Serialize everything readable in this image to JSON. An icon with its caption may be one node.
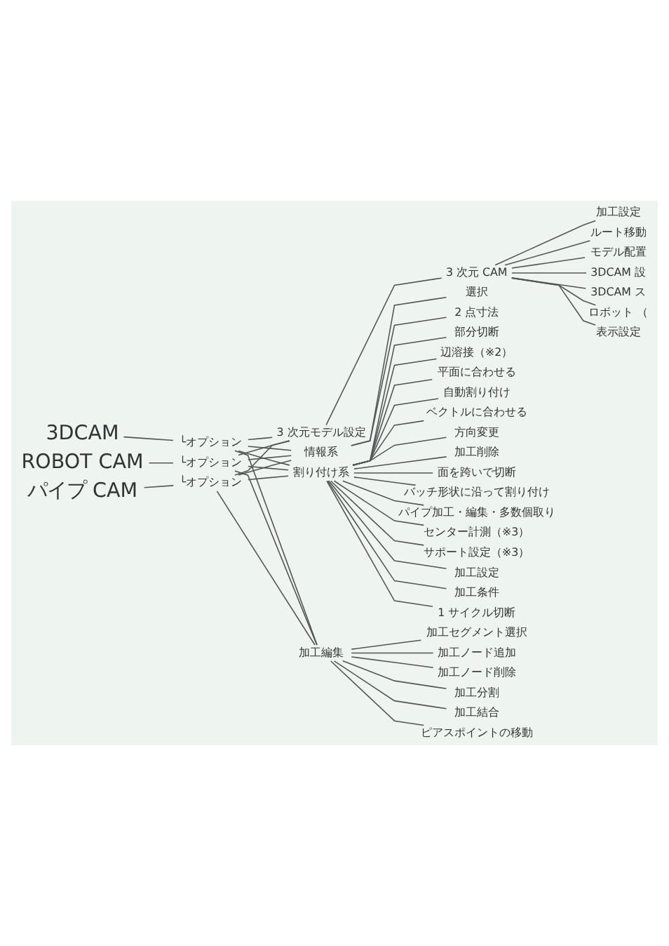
{
  "diagram": {
    "nodes": [
      {
        "text": [
          "3DCAM"
        ]
      },
      {
        "text": [
          "└オプション"
        ]
      },
      {
        "text": [
          "ROBOT CAM"
        ]
      },
      {
        "text": [
          "└オプション"
        ]
      },
      {
        "text": [
          "パイプ CAM"
        ]
      },
      {
        "text": [
          "└オプション"
        ]
      },
      {
        "text": [
          "3 次元モデル設定"
        ]
      },
      {
        "text": [
          "3 次元 CAM"
        ]
      },
      {
        "text": [
          "加工設定"
        ]
      },
      {
        "text": [
          "ルート移動"
        ]
      },
      {
        "text": [
          "モデル配置"
        ]
      },
      {
        "text": [
          "3DCAM 設"
        ]
      },
      {
        "text": [
          "3DCAM ス"
        ]
      },
      {
        "text": [
          "ロボット （"
        ]
      },
      {
        "text": [
          "表示設定"
        ]
      },
      {
        "text": [
          "情報系"
        ]
      },
      {
        "text": [
          "選択"
        ]
      },
      {
        "text": [
          "2 点寸法"
        ]
      },
      {
        "text": [
          "割り付け系"
        ]
      },
      {
        "text": [
          "加工設定"
        ]
      },
      {
        "text": [
          "加工条件"
        ]
      },
      {
        "text": [
          "1 サイクル切断"
        ]
      },
      {
        "text": [
          "部分切断"
        ]
      },
      {
        "text": [
          "辺溶接（※2）"
        ]
      },
      {
        "text": [
          "平面に合わせる"
        ]
      },
      {
        "text": [
          "自動割り付け"
        ]
      },
      {
        "text": [
          "ベクトルに合わせる"
        ]
      },
      {
        "text": [
          "方向変更"
        ]
      },
      {
        "text": [
          "加工削除"
        ]
      },
      {
        "text": [
          "面を跨いで切断"
        ]
      },
      {
        "text": [
          "バッチ形状に沿って割り付け"
        ]
      },
      {
        "text": [
          "パイプ加工・編集・多数個取り"
        ]
      },
      {
        "text": [
          "センター計測（※3）"
        ]
      },
      {
        "text": [
          "サポート設定（※3）"
        ]
      },
      {
        "text": [
          "加工編集"
        ]
      },
      {
        "text": [
          "加工セグメント選択"
        ]
      },
      {
        "text": [
          "加工ノード追加"
        ]
      },
      {
        "text": [
          "加工ノード削除"
        ]
      },
      {
        "text": [
          "加工分割"
        ]
      },
      {
        "text": [
          "加工結合"
        ]
      },
      {
        "text": [
          "ピアスポイントの移動"
        ]
      }
    ],
    "edges": [
      {
        "from": 0,
        "to": 1,
        "arrow": "none"
      },
      {
        "from": 2,
        "to": 3,
        "arrow": "none"
      },
      {
        "from": 4,
        "to": 5,
        "arrow": "none"
      },
      {
        "from": 1,
        "to": 6,
        "arrow": "none"
      },
      {
        "from": 1,
        "to": 15,
        "arrow": "none"
      },
      {
        "from": 1,
        "to": 18,
        "arrow": "none"
      },
      {
        "from": 1,
        "to": 34,
        "arrow": "none"
      },
      {
        "from": 3,
        "to": 6,
        "arrow": "none"
      },
      {
        "from": 3,
        "to": 15,
        "arrow": "none"
      },
      {
        "from": 3,
        "to": 18,
        "arrow": "none"
      },
      {
        "from": 3,
        "to": 34,
        "arrow": "none"
      },
      {
        "from": 5,
        "to": 6,
        "arrow": "none"
      },
      {
        "from": 5,
        "to": 15,
        "arrow": "none"
      },
      {
        "from": 5,
        "to": 18,
        "arrow": "none"
      },
      {
        "from": 5,
        "to": 34,
        "arrow": "none"
      },
      {
        "from": 6,
        "to": 7,
        "arrow": "none"
      },
      {
        "from": 7,
        "to": 8,
        "arrow": "none"
      },
      {
        "from": 7,
        "to": 9,
        "arrow": "none"
      },
      {
        "from": 7,
        "to": 10,
        "arrow": "none"
      },
      {
        "from": 7,
        "to": 11,
        "arrow": "none"
      },
      {
        "from": 7,
        "to": 12,
        "arrow": "none"
      },
      {
        "from": 7,
        "to": 13,
        "arrow": "none"
      },
      {
        "from": 7,
        "to": 14,
        "arrow": "none"
      },
      {
        "from": 15,
        "to": 16,
        "arrow": "none"
      },
      {
        "from": 15,
        "to": 17,
        "arrow": "none"
      },
      {
        "from": 18,
        "to": 19,
        "arrow": "none"
      },
      {
        "from": 18,
        "to": 20,
        "arrow": "none"
      },
      {
        "from": 18,
        "to": 21,
        "arrow": "none"
      },
      {
        "from": 18,
        "to": 22,
        "arrow": "none"
      },
      {
        "from": 18,
        "to": 23,
        "arrow": "none"
      },
      {
        "from": 18,
        "to": 24,
        "arrow": "none"
      },
      {
        "from": 18,
        "to": 25,
        "arrow": "none"
      },
      {
        "from": 18,
        "to": 26,
        "arrow": "none"
      },
      {
        "from": 18,
        "to": 27,
        "arrow": "none"
      },
      {
        "from": 18,
        "to": 28,
        "arrow": "none"
      },
      {
        "from": 18,
        "to": 29,
        "arrow": "none"
      },
      {
        "from": 18,
        "to": 30,
        "arrow": "none"
      },
      {
        "from": 18,
        "to": 31,
        "arrow": "none"
      },
      {
        "from": 18,
        "to": 32,
        "arrow": "none"
      },
      {
        "from": 18,
        "to": 33,
        "arrow": "none"
      },
      {
        "from": 34,
        "to": 35,
        "arrow": "none"
      },
      {
        "from": 34,
        "to": 36,
        "arrow": "none"
      },
      {
        "from": 34,
        "to": 37,
        "arrow": "none"
      },
      {
        "from": 34,
        "to": 38,
        "arrow": "none"
      },
      {
        "from": 34,
        "to": 39,
        "arrow": "none"
      },
      {
        "from": 34,
        "to": 40,
        "arrow": "none"
      }
    ]
  }
}
